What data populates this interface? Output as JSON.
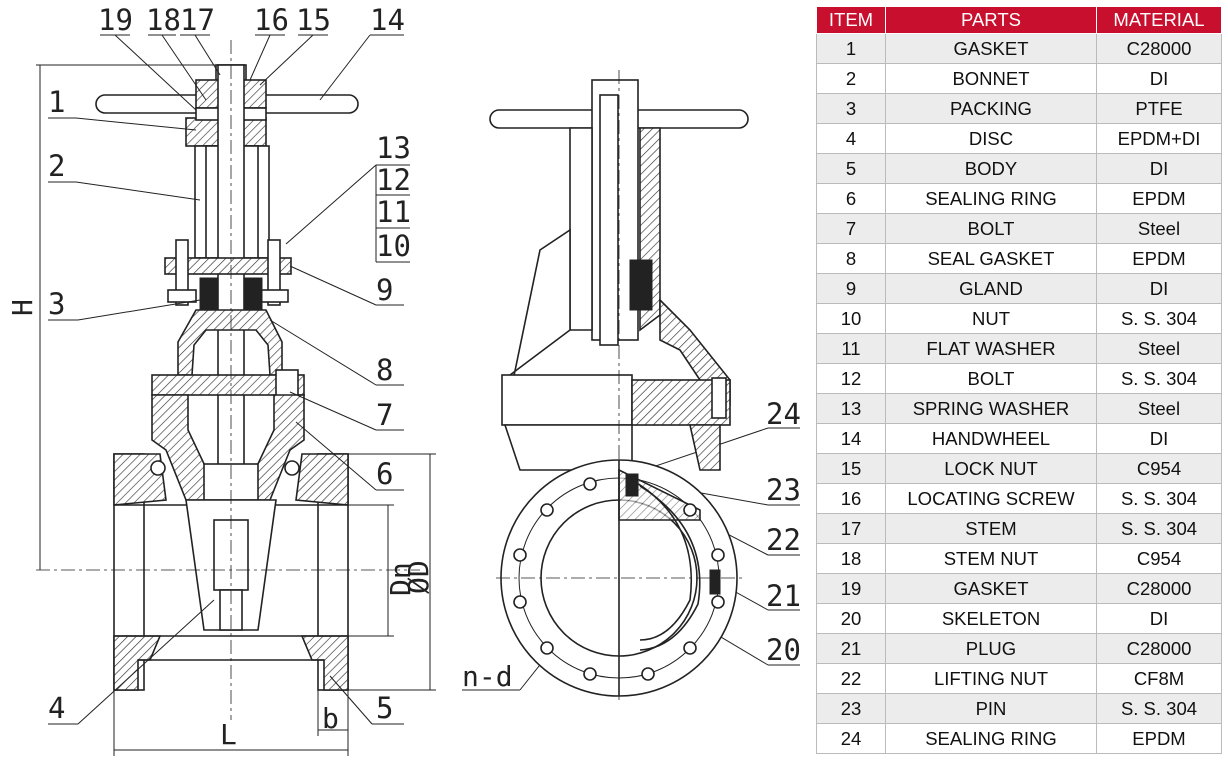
{
  "table": {
    "headers": [
      "ITEM",
      "PARTS",
      "MATERIAL"
    ],
    "rows": [
      [
        "1",
        "GASKET",
        "C28000"
      ],
      [
        "2",
        "BONNET",
        "DI"
      ],
      [
        "3",
        "PACKING",
        "PTFE"
      ],
      [
        "4",
        "DISC",
        "EPDM+DI"
      ],
      [
        "5",
        "BODY",
        "DI"
      ],
      [
        "6",
        "SEALING RING",
        "EPDM"
      ],
      [
        "7",
        "BOLT",
        "Steel"
      ],
      [
        "8",
        "SEAL GASKET",
        "EPDM"
      ],
      [
        "9",
        "GLAND",
        "DI"
      ],
      [
        "10",
        "NUT",
        "S. S. 304"
      ],
      [
        "11",
        "FLAT WASHER",
        "Steel"
      ],
      [
        "12",
        "BOLT",
        "S. S. 304"
      ],
      [
        "13",
        "SPRING WASHER",
        "Steel"
      ],
      [
        "14",
        "HANDWHEEL",
        "DI"
      ],
      [
        "15",
        "LOCK NUT",
        "C954"
      ],
      [
        "16",
        "LOCATING SCREW",
        "S. S. 304"
      ],
      [
        "17",
        "STEM",
        "S. S. 304"
      ],
      [
        "18",
        "STEM NUT",
        "C954"
      ],
      [
        "19",
        "GASKET",
        "C28000"
      ],
      [
        "20",
        "SKELETON",
        "DI"
      ],
      [
        "21",
        "PLUG",
        "C28000"
      ],
      [
        "22",
        "LIFTING NUT",
        "CF8M"
      ],
      [
        "23",
        "PIN",
        "S. S. 304"
      ],
      [
        "24",
        "SEALING RING",
        "EPDM"
      ]
    ]
  },
  "callouts": {
    "c1": "1",
    "c2": "2",
    "c3": "3",
    "c4": "4",
    "c5": "5",
    "c6": "6",
    "c7": "7",
    "c8": "8",
    "c9": "9",
    "c10": "10",
    "c11": "11",
    "c12": "12",
    "c13": "13",
    "c14": "14",
    "c15": "15",
    "c16": "16",
    "c17": "17",
    "c18": "18",
    "c19": "19",
    "c20": "20",
    "c21": "21",
    "c22": "22",
    "c23": "23",
    "c24": "24"
  },
  "dimensions": {
    "H": "H",
    "Dn": "Dn",
    "D": "ØD",
    "L": "L",
    "b": "b",
    "nd": "n-d"
  }
}
